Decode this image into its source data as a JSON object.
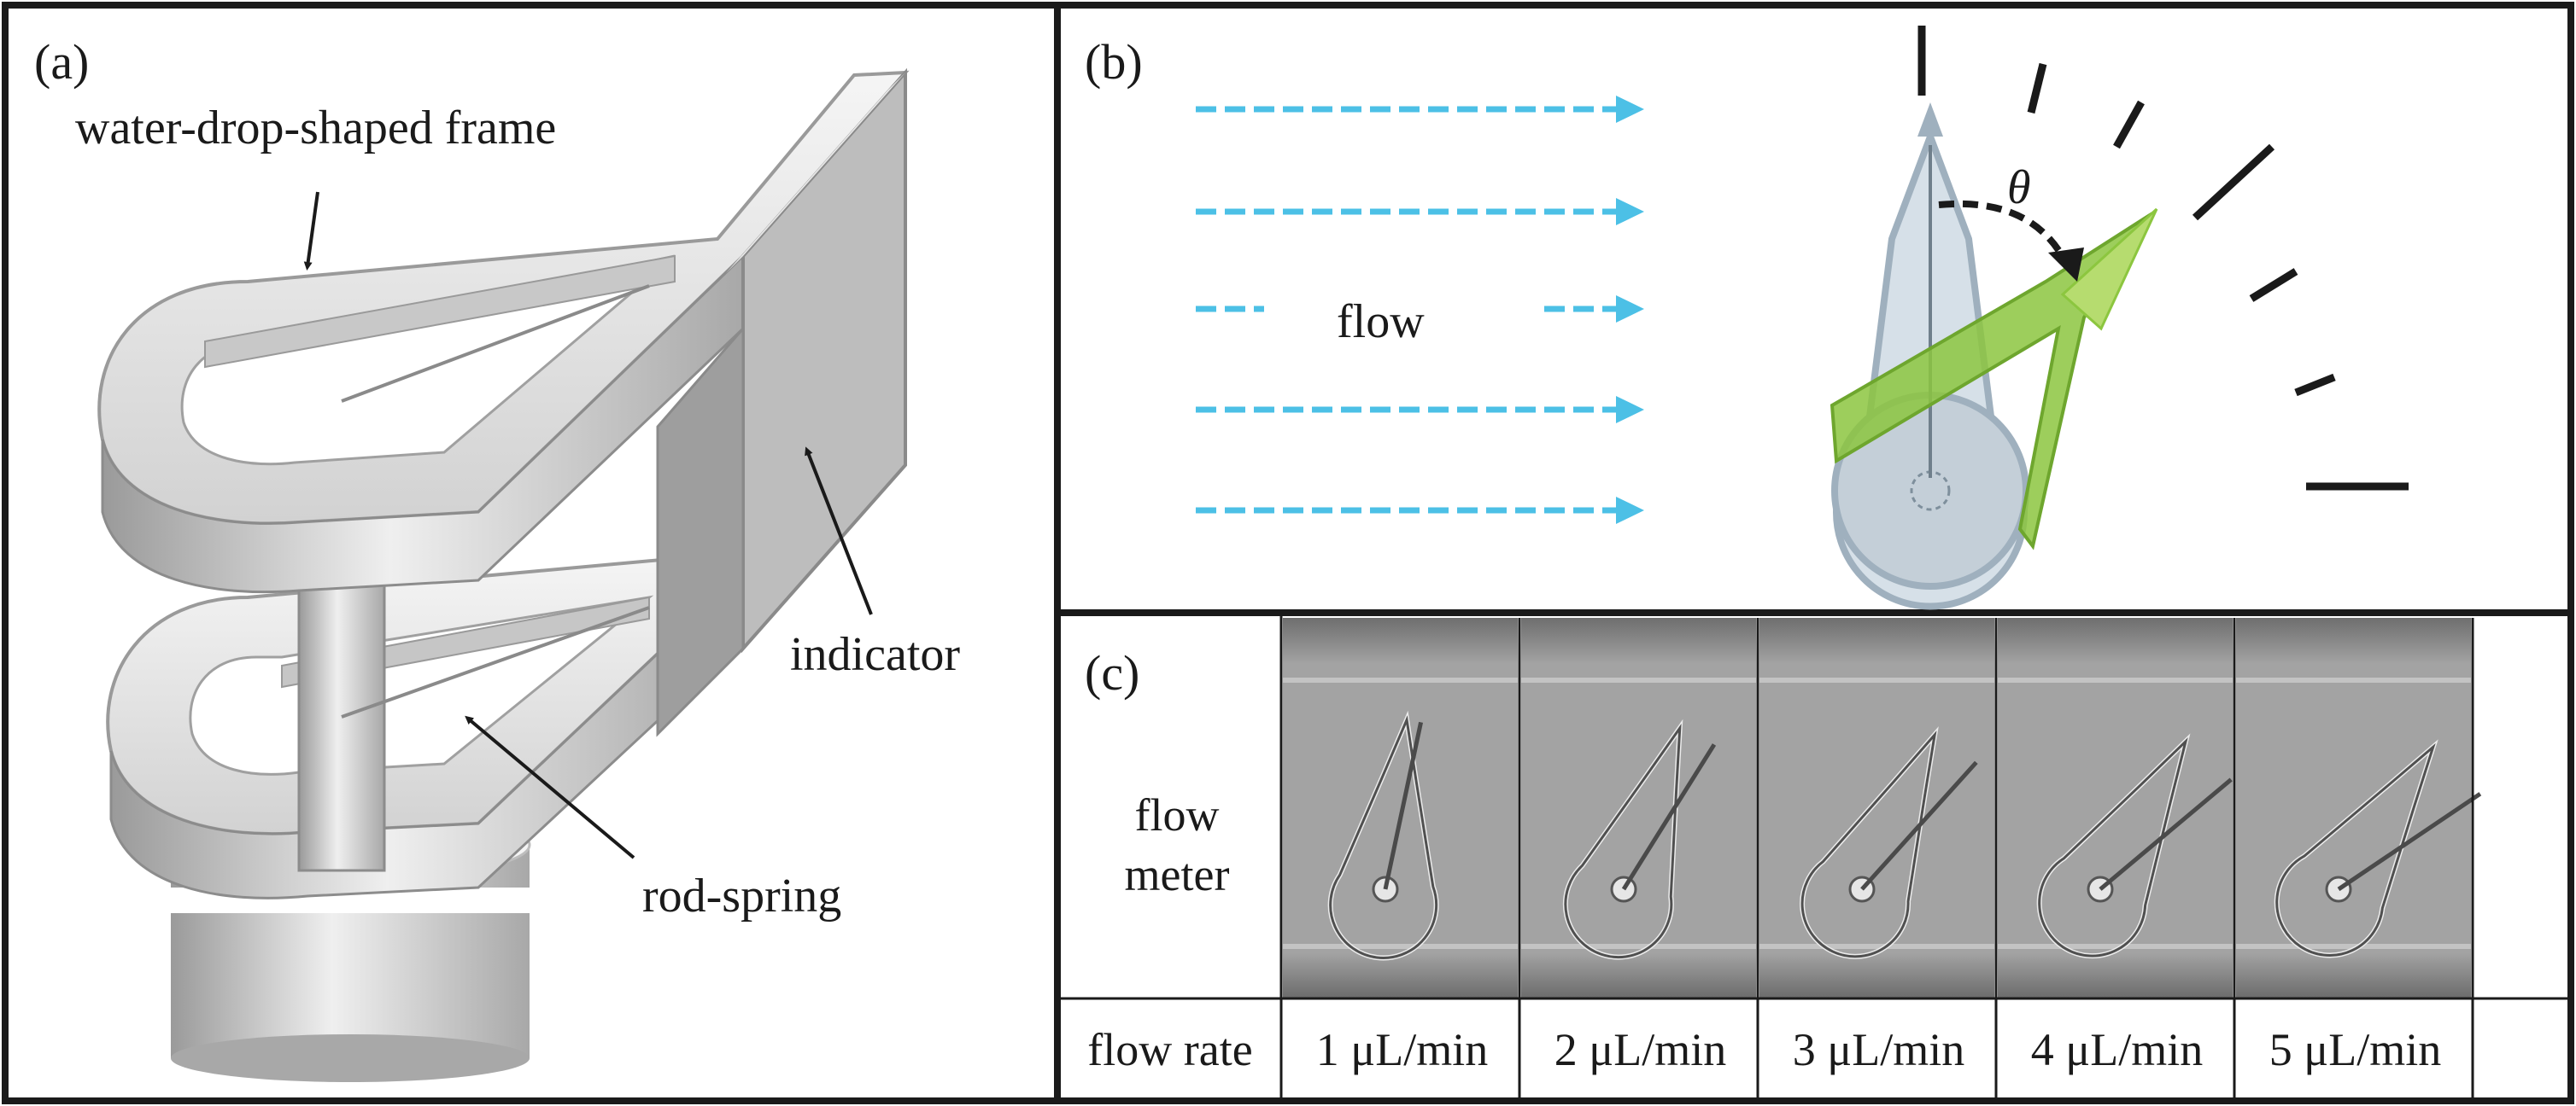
{
  "panels": {
    "a": {
      "label": "(a)",
      "callouts": {
        "frame": "water-drop-shaped frame",
        "indicator": "indicator",
        "spring": "rod-spring"
      }
    },
    "b": {
      "label": "(b)",
      "flow_label": "flow",
      "angle_symbol": "θ"
    },
    "c": {
      "label": "(c)",
      "row_label_line1": "flow",
      "row_label_line2": "meter",
      "rate_header": "flow rate",
      "rates": [
        "1 μL/min",
        "2 μL/min",
        "3 μL/min",
        "4 μL/min",
        "5 μL/min"
      ],
      "needle_angles_deg": [
        12,
        32,
        42,
        50,
        56
      ]
    }
  },
  "colors": {
    "flow_arrow": "#4cc0e6",
    "meter_frame": "#9fb0be",
    "meter_deflected": "#8cc63f",
    "render_gray": "#c9c9c9",
    "micrograph_bg": "#9a9a9a",
    "border": "#1a1a1a"
  }
}
